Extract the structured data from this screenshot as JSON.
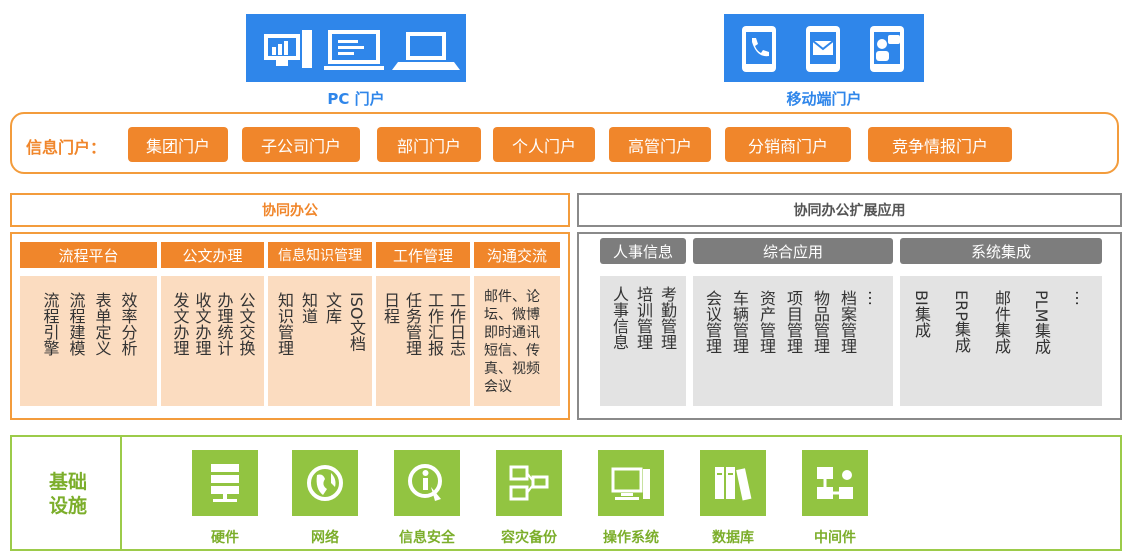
{
  "portals": {
    "pc_label": "PC 门户",
    "mobile_label": "移动端门户"
  },
  "info_portal": {
    "label": "信息门户：",
    "items": [
      "集团门户",
      "子公司门户",
      "部门门户",
      "个人门户",
      "高管门户",
      "分销商门户",
      "竞争情报门户"
    ]
  },
  "collab": {
    "title": "协同办公",
    "modules": [
      {
        "title": "流程平台",
        "columns": [
          "效率分析",
          "表单定义",
          "流程建模",
          "流程引擎"
        ]
      },
      {
        "title": "公文办理",
        "columns": [
          "公文交换",
          "办理统计",
          "收文办理",
          "发文办理"
        ]
      },
      {
        "title": "信息知识管理",
        "columns": [
          "ISO文档",
          "文库",
          "知道",
          "知识管理"
        ]
      },
      {
        "title": "工作管理",
        "columns": [
          "工作日志",
          "工作汇报",
          "任务管理",
          "日程"
        ]
      },
      {
        "title": "沟通交流",
        "text": "邮件、论坛、微博即时通讯短信、传真、视频会议"
      }
    ]
  },
  "extension": {
    "title": "协同办公扩展应用",
    "modules": [
      {
        "title": "人事信息",
        "columns": [
          "考勤管理",
          "培训管理",
          "人事信息"
        ]
      },
      {
        "title": "综合应用",
        "columns": [
          "…",
          "档案管理",
          "物品管理",
          "项目管理",
          "资产管理",
          "车辆管理",
          "会议管理"
        ]
      },
      {
        "title": "系统集成",
        "columns": [
          "…",
          "PLM集成",
          "邮件集成",
          "ERP集成",
          "BI集成"
        ]
      }
    ]
  },
  "infrastructure": {
    "label": "基础设施",
    "items": [
      {
        "label": "硬件",
        "icon": "server-icon"
      },
      {
        "label": "网络",
        "icon": "globe-icon"
      },
      {
        "label": "信息安全",
        "icon": "info-security-icon"
      },
      {
        "label": "容灾备份",
        "icon": "backup-icon"
      },
      {
        "label": "操作系统",
        "icon": "os-icon"
      },
      {
        "label": "数据库",
        "icon": "database-icon"
      },
      {
        "label": "中间件",
        "icon": "middleware-icon"
      }
    ]
  },
  "colors": {
    "orange": "#f0862b",
    "blue": "#2f86ea",
    "green": "#92c441",
    "gray": "#7d7d7d"
  }
}
